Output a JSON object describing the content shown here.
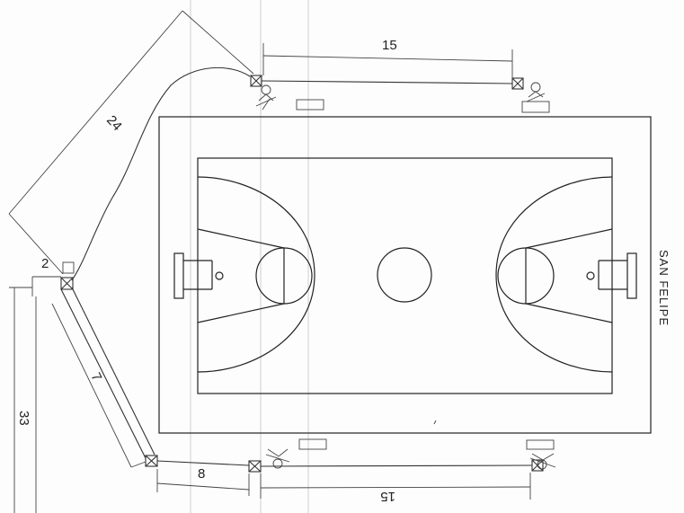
{
  "dimensions": {
    "top_right": "15",
    "diagonal_left": "24",
    "small_left": "2",
    "lower_left": "7",
    "bottom_left": "8",
    "bottom_right": "15",
    "vertical_left": "33"
  },
  "site_label": "SAN FELIPE"
}
